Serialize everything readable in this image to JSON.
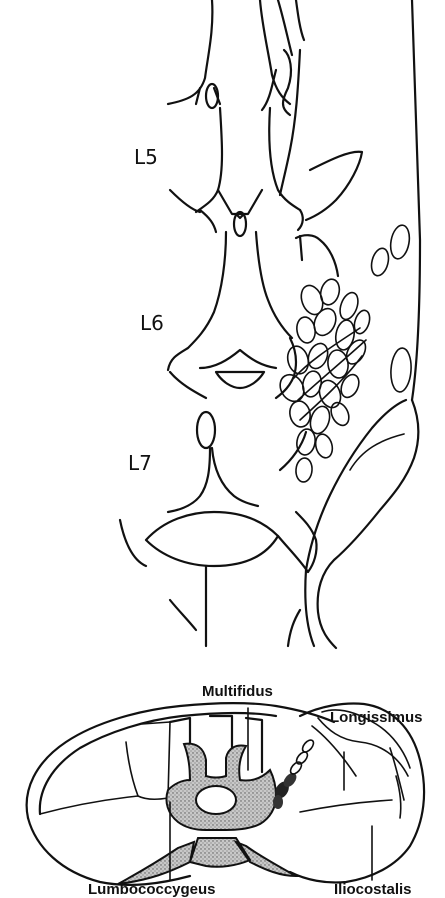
{
  "vertebra_labels": {
    "l5": "L5",
    "l6": "L6",
    "l7": "L7"
  },
  "cross_section_labels": {
    "multifidus": "Multifidus",
    "longissimus": "Longissimus",
    "lumbococcygeus": "Lumbococcygeus",
    "iliocostalis": "Iliocostalis"
  }
}
